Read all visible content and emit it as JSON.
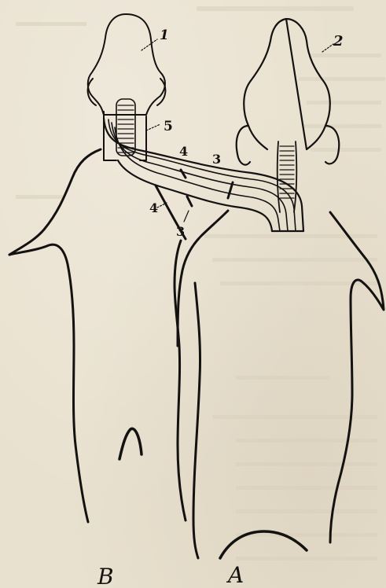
{
  "figure": {
    "labels": {
      "head_b": "1",
      "head_a": "2",
      "vessel_3_top": "3",
      "vessel_3_bottom": "3",
      "vessel_4_top": "4",
      "vessel_4_bottom": "4",
      "spine_5": "5"
    },
    "animal_labels": {
      "left": "B",
      "right": "A"
    }
  }
}
